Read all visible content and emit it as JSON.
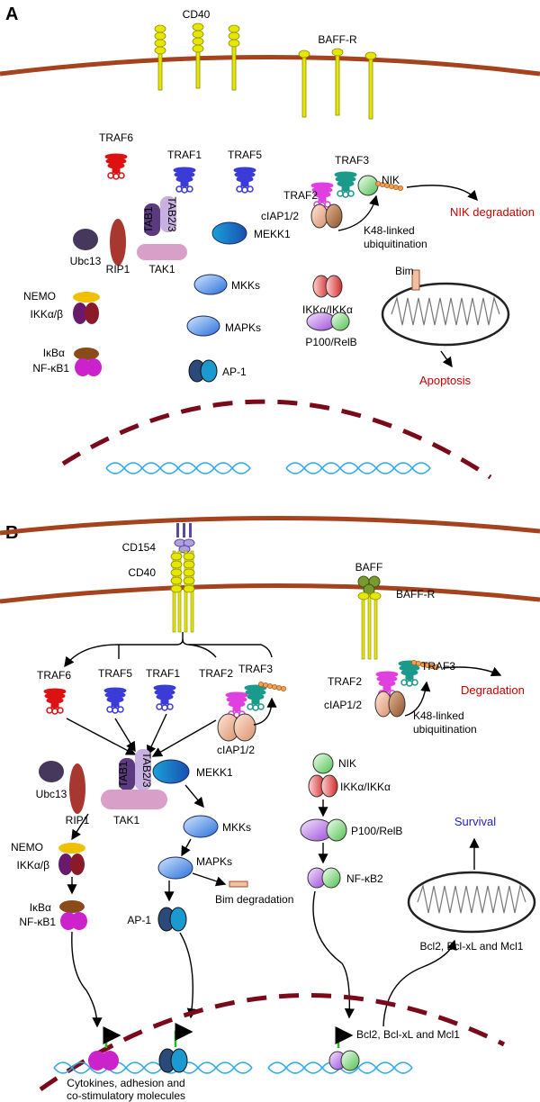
{
  "panelA": {
    "letter": "A",
    "receptors": {
      "cd40": "CD40",
      "baffr": "BAFF-R"
    },
    "labels": {
      "traf6": "TRAF6",
      "traf1": "TRAF1",
      "traf5": "TRAF5",
      "traf3": "TRAF3",
      "traf2": "TRAF2",
      "ciap": "cIAP1/2",
      "nik": "NIK",
      "nik_degradation": "NIK degradation",
      "k48_line1": "K48-linked",
      "k48_line2": "ubiquitination",
      "tab23": "TAB2/3",
      "tab1": "TAB1",
      "ubc13": "Ubc13",
      "rip1": "RIP1",
      "tak1": "TAK1",
      "mekk1": "MEKK1",
      "mkks": "MKKs",
      "mapks": "MAPKs",
      "ap1": "AP-1",
      "nemo": "NEMO",
      "ikkab": "IKKα/β",
      "ikba": "IκBα",
      "nfkb1": "NF-κB1",
      "ikkaa": "IKKα/IKKα",
      "p100": "P100/RelB",
      "bim": "Bim",
      "apoptosis": "Apoptosis"
    }
  },
  "panelB": {
    "letter": "B",
    "labels": {
      "cd154": "CD154",
      "cd40": "CD40",
      "baff": "BAFF",
      "baffr": "BAFF-R",
      "traf6": "TRAF6",
      "traf5": "TRAF5",
      "traf1": "TRAF1",
      "traf2": "TRAF2",
      "traf3": "TRAF3",
      "ciap": "cIAP1/2",
      "traf2r": "TRAF2",
      "traf3r": "TRAF3",
      "ciapr": "cIAP1/2",
      "degradation": "Degradation",
      "k48_line1": "K48-linked",
      "k48_line2": "ubiquitination",
      "ubc13": "Ubc13",
      "rip1": "RIP1",
      "tak1": "TAK1",
      "tab23": "TAB2/3",
      "tab1": "TAB1",
      "mekk1": "MEKK1",
      "mkks": "MKKs",
      "mapks": "MAPKs",
      "bim_degradation": "Bim degradation",
      "ap1": "AP-1",
      "nemo": "NEMO",
      "ikkab": "IKKα/β",
      "ikba": "IκBα",
      "nfkb1": "NF-κB1",
      "nik": "NIK",
      "ikkaa": "IKKα/IKKα",
      "p100": "P100/RelB",
      "nfkb2": "NF-κB2",
      "survival": "Survival",
      "bcl_mito": "Bcl2, Bcl-xL and Mcl1",
      "bcl_gene": "Bcl2, Bcl-xL and Mcl1",
      "cyto_line1": "Cytokines, adhesion and",
      "cyto_line2": "co-stimulatory molecules"
    }
  },
  "colors": {
    "membrane": "#a5431f",
    "receptor": "#e6e600",
    "traf6": "#dd1111",
    "traf_blue": "#3b3bd6",
    "traf2": "#e040e0",
    "traf3": "#1a9a8a",
    "nucleus": "#7a0a1a",
    "dna": "#2ea8e8",
    "label_red": "#cc0000",
    "label_blue": "#1f1fbf"
  }
}
